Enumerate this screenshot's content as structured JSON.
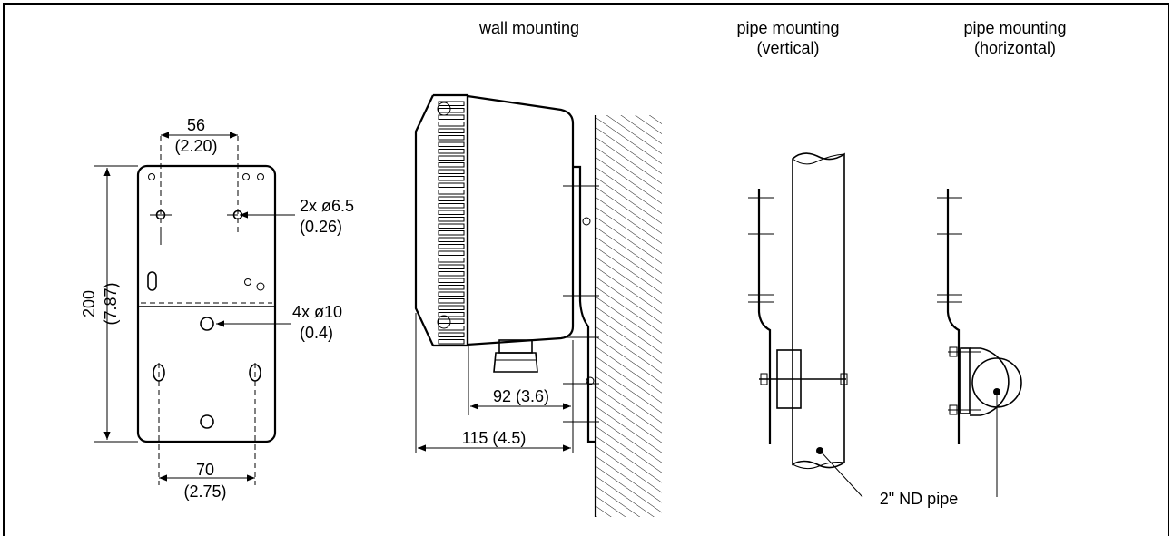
{
  "views": {
    "wall": {
      "title": "wall mounting"
    },
    "pipe_vertical": {
      "title_line1": "pipe mounting",
      "title_line2": "(vertical)"
    },
    "pipe_horizontal": {
      "title_line1": "pipe mounting",
      "title_line2": "(horizontal)"
    }
  },
  "plate_dimensions": {
    "top_width": "56",
    "top_width_in": "(2.20)",
    "height": "200",
    "height_in": "(7.87)",
    "small_holes": "2x ø6.5",
    "small_holes_in": "(0.26)",
    "large_holes": "4x ø10",
    "large_holes_in": "(0.4)",
    "bottom_width": "70",
    "bottom_width_in": "(2.75)"
  },
  "wall_dimensions": {
    "depth_inner": "92 (3.6)",
    "depth_outer": "115 (4.5)"
  },
  "pipe_label": "2\" ND pipe"
}
